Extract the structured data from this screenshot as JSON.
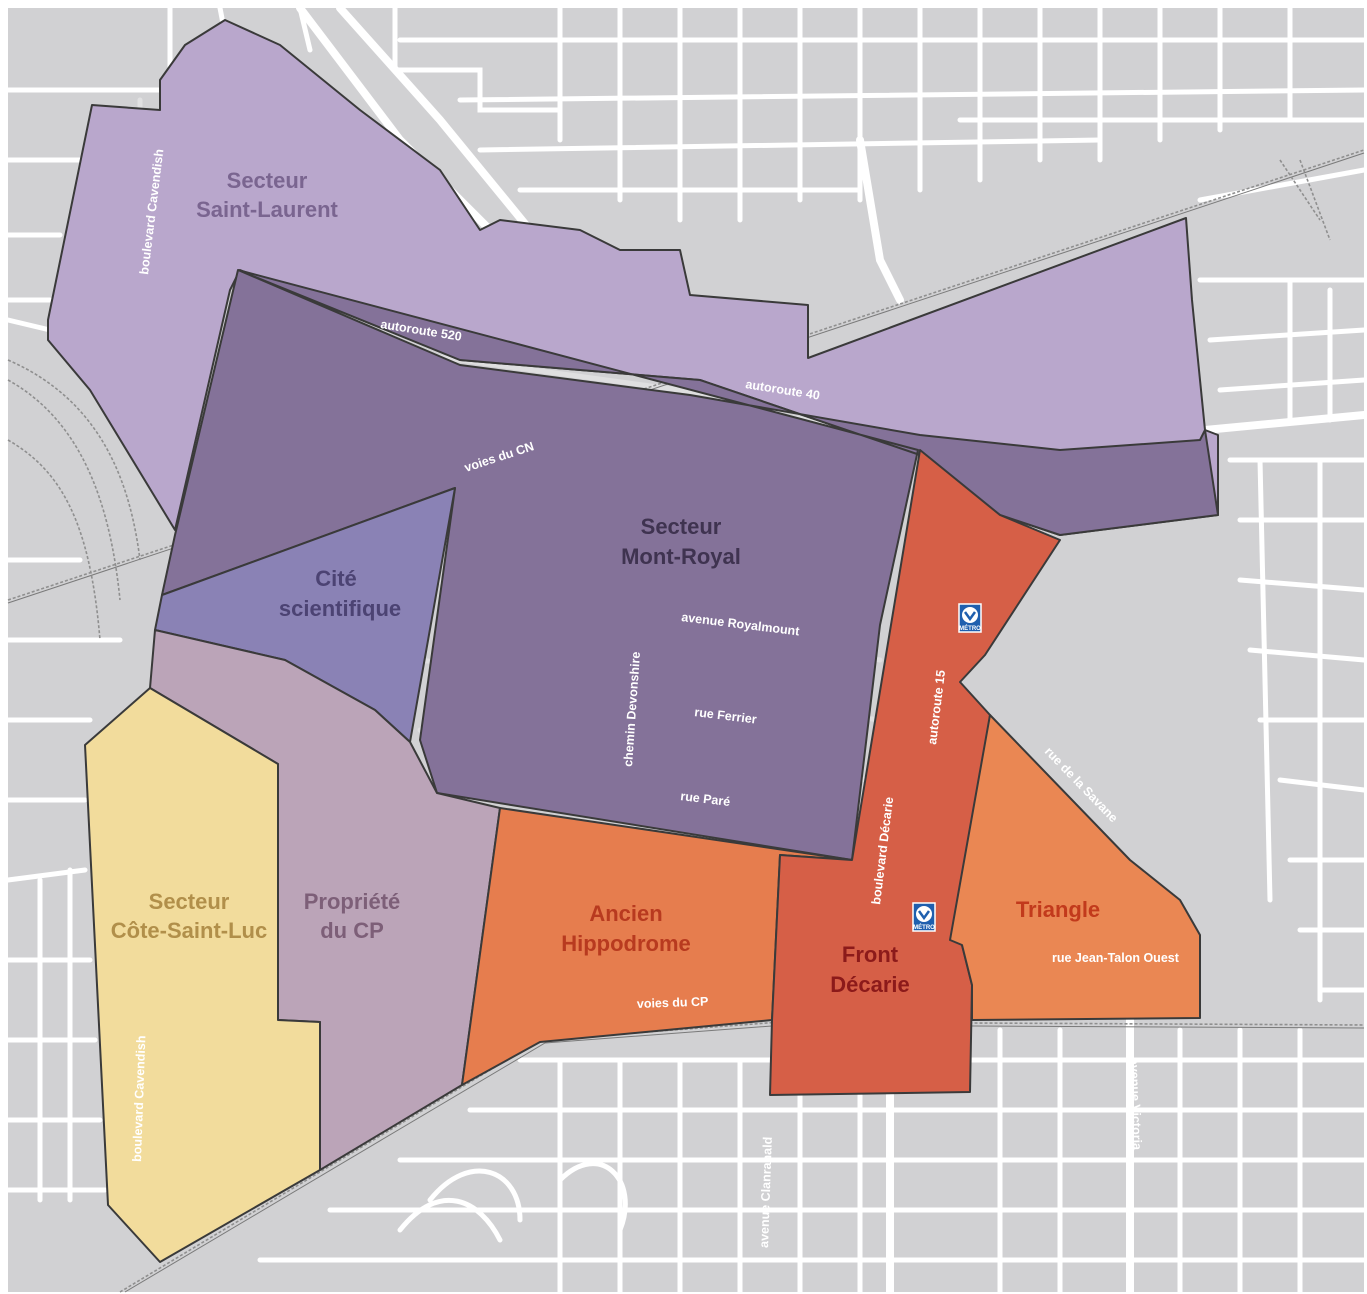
{
  "colors": {
    "background": "#d1d1d3",
    "street": "#ffffff",
    "saint_laurent": "#b9a7cc",
    "mont_royal": "#847299",
    "cite_scientifique": "#8a82b5",
    "cote_saint_luc": "#f2dc9c",
    "propriete_cp": "#bba4b8",
    "ancien_hippodrome": "#e67d4e",
    "front_decarie": "#d65f47",
    "triangle": "#ea8753",
    "metro": "#1f5fae"
  },
  "zones": {
    "saint_laurent": {
      "line1": "Secteur",
      "line2": "Saint-Laurent"
    },
    "mont_royal": {
      "line1": "Secteur",
      "line2": "Mont-Royal"
    },
    "cite_scientifique": {
      "line1": "Cité",
      "line2": "scientifique"
    },
    "cote_saint_luc": {
      "line1": "Secteur",
      "line2": "Côte-Saint-Luc"
    },
    "propriete_cp": {
      "line1": "Propriété",
      "line2": "du CP"
    },
    "ancien_hippodrome": {
      "line1": "Ancien",
      "line2": "Hippodrome"
    },
    "front_decarie": {
      "line1": "Front",
      "line2": "Décarie"
    },
    "triangle": {
      "line1": "Triangle"
    }
  },
  "roads": {
    "boulevard_cavendish_north": "boulevard Cavendish",
    "autoroute_520": "autoroute 520",
    "autoroute_40": "autoroute 40",
    "voies_du_cn": "voies du CN",
    "avenue_royalmount": "avenue Royalmount",
    "chemin_devonshire": "chemin Devonshire",
    "rue_ferrier": "rue Ferrier",
    "rue_pare": "rue Paré",
    "autoroute_15": "autoroute 15",
    "boulevard_decarie": "boulevard Décarie",
    "rue_de_la_savane": "rue de la Savane",
    "rue_jean_talon_ouest": "rue Jean-Talon Ouest",
    "voies_du_cp": "voies du CP",
    "boulevard_cavendish_south": "boulevard Cavendish",
    "avenue_clanranald": "avenue Clanranald",
    "avenue_victoria": "avenue Victoria"
  },
  "metro": {
    "label": "MÉTRO",
    "icon": "metro-icon"
  }
}
